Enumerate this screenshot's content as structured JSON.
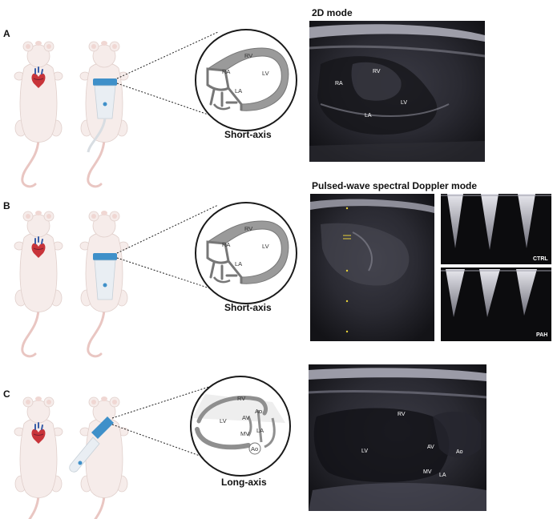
{
  "panels": [
    {
      "letter": "A",
      "view_label": "Short-axis",
      "title": "2D mode",
      "diagram_labels": [
        "RV",
        "RA",
        "LV",
        "LA"
      ],
      "image_labels": [
        "RV",
        "RA",
        "LV",
        "LA"
      ]
    },
    {
      "letter": "B",
      "view_label": "Short-axis",
      "title": "Pulsed-wave spectral Doppler mode",
      "diagram_labels": [
        "RV",
        "RA",
        "LV",
        "LA"
      ],
      "doppler_labels": [
        "CTRL",
        "PAH"
      ]
    },
    {
      "letter": "C",
      "view_label": "Long-axis",
      "diagram_labels": [
        "RV",
        "Ao",
        "AV",
        "LV",
        "LA",
        "MV",
        "Ao"
      ],
      "image_labels": [
        "RV",
        "LV",
        "AV",
        "Ao",
        "MV",
        "LA"
      ]
    }
  ],
  "colors": {
    "rat_body": "#f6ecea",
    "rat_outline": "#e0cfcb",
    "tail": "#e9c6c2",
    "heart": "#c8343a",
    "probe": "#3f90c9",
    "ultrasound_bg": "#1a1a1e",
    "diagram_wall": "#8f8f8f"
  }
}
